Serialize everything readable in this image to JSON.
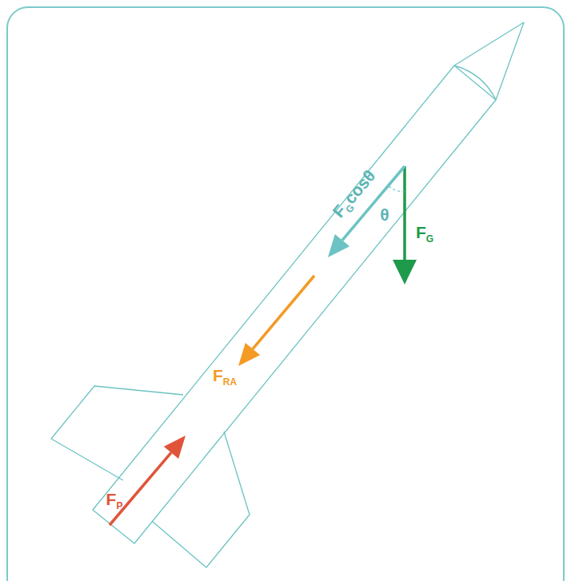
{
  "diagram": {
    "labels": [
      "F",
      "G",
      "cosθ",
      "θ",
      "F",
      "G",
      "F",
      "RA",
      "F",
      "P"
    ]
  }
}
